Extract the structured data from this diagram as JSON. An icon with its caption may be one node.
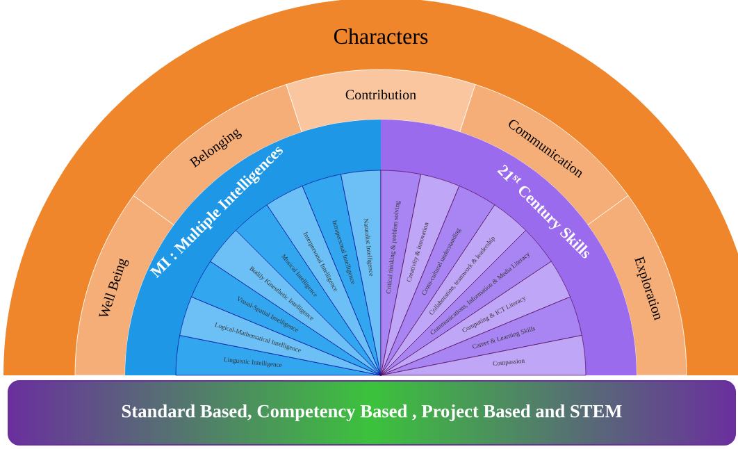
{
  "diagram": {
    "nodes": [
      {
        "text": [
          "Characters"
        ]
      },
      {
        "text": [
          "Well Being"
        ]
      },
      {
        "text": [
          "Belonging"
        ]
      },
      {
        "text": [
          "Contribution"
        ]
      },
      {
        "text": [
          "Communication"
        ]
      },
      {
        "text": [
          "Exploration"
        ]
      },
      {
        "text": [
          "MI : Multiple Intelligences"
        ]
      },
      {
        "text": [
          "Linguistic Intelligence"
        ],
        "in": 6
      },
      {
        "text": [
          "Logical-Mathematical Intelligence"
        ],
        "in": 6
      },
      {
        "text": [
          "Visual-Spatial Intelligence"
        ],
        "in": 6
      },
      {
        "text": [
          "Bodily Kinesthetic Intelligence"
        ],
        "in": 6
      },
      {
        "text": [
          "Musical Intelligence"
        ],
        "in": 6
      },
      {
        "text": [
          "Interpersonal Intelligence"
        ],
        "in": 6
      },
      {
        "text": [
          "Intrapersonal Intelligence"
        ],
        "in": 6
      },
      {
        "text": [
          "Naturalist Intelligence"
        ],
        "in": 6
      },
      {
        "text": [
          "21$^{st}$ Century Skills"
        ]
      },
      {
        "text": [
          "Critical thinking & problem solving"
        ],
        "in": 15
      },
      {
        "text": [
          "Creativity & innovation"
        ],
        "in": 15
      },
      {
        "text": [
          "Cross-cultural understanding"
        ],
        "in": 15
      },
      {
        "text": [
          "Collaboration, teamwork & leadership"
        ],
        "in": 15
      },
      {
        "text": [
          "Communications, Information & Media Literacy"
        ],
        "in": 15
      },
      {
        "text": [
          "Computing & ICT Literacy"
        ],
        "in": 15
      },
      {
        "text": [
          "Career & Learning Skills"
        ],
        "in": 15
      },
      {
        "text": [
          "Compassion"
        ],
        "in": 15
      },
      {
        "text": [
          "Standard Based, Competency Based , Project Based and STEM"
        ]
      }
    ]
  }
}
